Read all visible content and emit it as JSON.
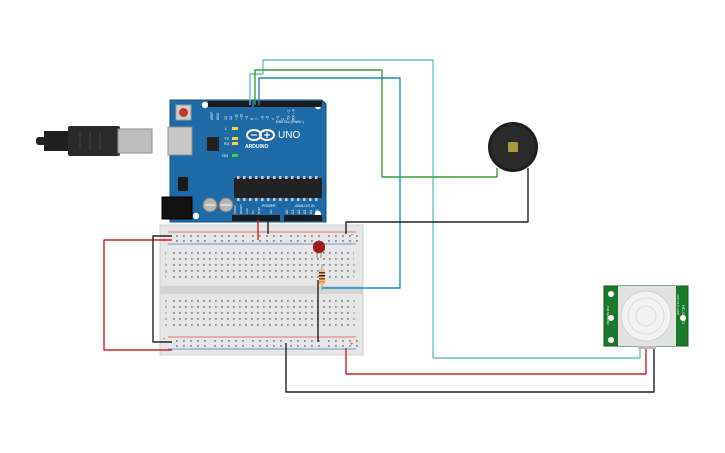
{
  "arduino": {
    "brand": "ARDUINO",
    "model": "UNO",
    "digital_label": "DIGITAL (PWM~)",
    "power_label": "POWER",
    "analog_label": "ANALOG IN",
    "aref": "AREF",
    "gnd": "GND",
    "ioref": "IOREF",
    "reset": "RESET",
    "v33": "3.3V",
    "v5": "5V",
    "vin": "Vin",
    "tx_label": "TX",
    "rx_label": "RX",
    "l_label": "L",
    "on_label": "ON",
    "digital_pins": [
      "13",
      "12",
      "~11",
      "~10",
      "~9",
      "8",
      "7",
      "~6",
      "~5",
      "4",
      "~3",
      "2",
      "TX→1",
      "RX←0"
    ],
    "analog_pins": [
      "A0",
      "A1",
      "A2",
      "A3",
      "A4",
      "A5"
    ]
  },
  "breadboard": {
    "rail_plus": "+",
    "rail_minus": "-",
    "row_letters_top": [
      "j",
      "i",
      "h",
      "g",
      "f"
    ],
    "row_letters_bottom": [
      "e",
      "d",
      "c",
      "b",
      "a"
    ]
  },
  "pir": {
    "model": "HC-SR501",
    "side_label": "PIR SENSOR",
    "pin_labels": "VCC OUT GND"
  },
  "colors": {
    "wire_red": "#d42020",
    "wire_black": "#222222",
    "wire_blue": "#1a8ac8",
    "wire_green": "#3a9e3a",
    "wire_teal": "#62c8bf",
    "arduino_blue": "#1d6aa6",
    "pir_green": "#1a7a2a"
  }
}
